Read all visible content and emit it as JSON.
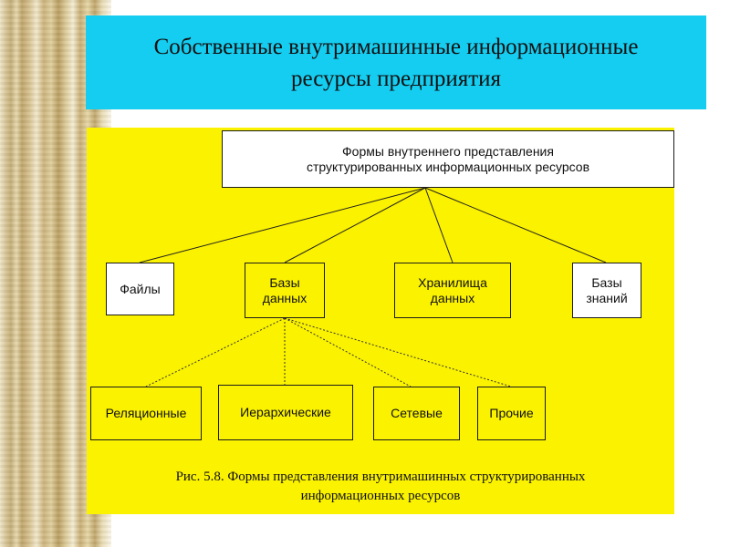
{
  "slide": {
    "title_line1": "Собственные внутримашинные информационные",
    "title_line2": "ресурсы предприятия"
  },
  "diagram": {
    "root": {
      "line1": "Формы внутреннего представления",
      "line2": "структурированных информационных ресурсов"
    },
    "level1": {
      "files": "Файлы",
      "databases": "Базы\nданных",
      "warehouses": "Хранилища\nданных",
      "knowledge_bases": "Базы\nзнаний"
    },
    "level2": {
      "relational": "Реляционные",
      "hierarchical": "Иерархические",
      "network": "Сетевые",
      "other": "Прочие"
    },
    "caption_line1": "Рис. 5.8. Формы представления внутримашинных структурированных",
    "caption_line2": "информационных ресурсов"
  },
  "colors": {
    "title_background": "#15cdf0",
    "figure_background": "#fbf200"
  }
}
